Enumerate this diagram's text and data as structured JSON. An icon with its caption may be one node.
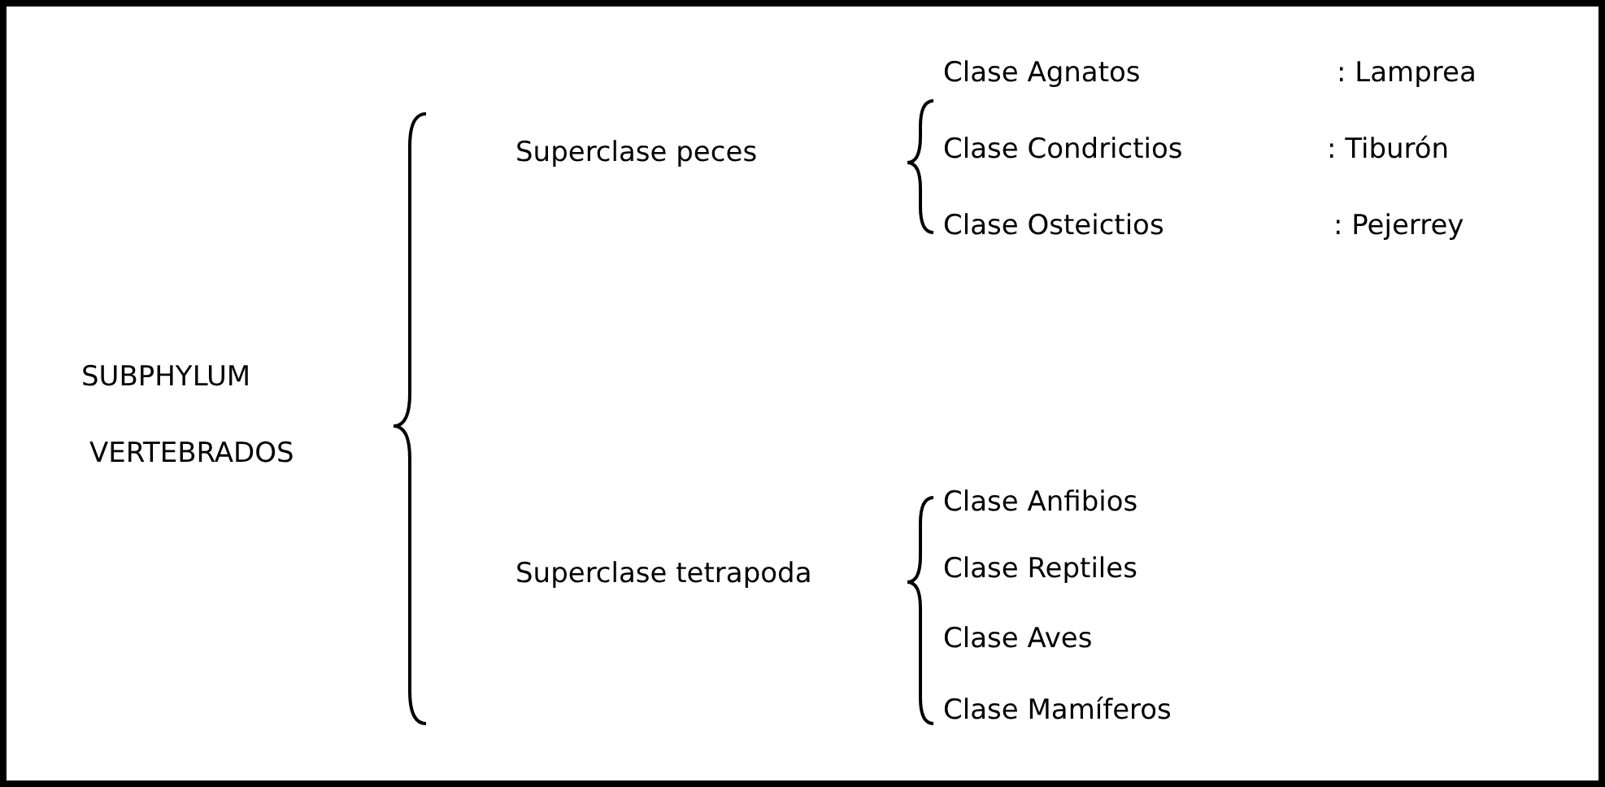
{
  "diagram": {
    "labels": [
      "SUBPHYLUM",
      "VERTEBRADOS",
      "Superclase peces",
      "Clase Agnatos",
      ": Lamprea",
      "Clase Condrictios",
      ": Tiburón",
      "Clase Osteictios",
      ": Pejerrey",
      "Superclase tetrapoda",
      "Clase Anfibios",
      "Clase Reptiles",
      "Clase Aves",
      "Clase Mamíferos"
    ]
  }
}
